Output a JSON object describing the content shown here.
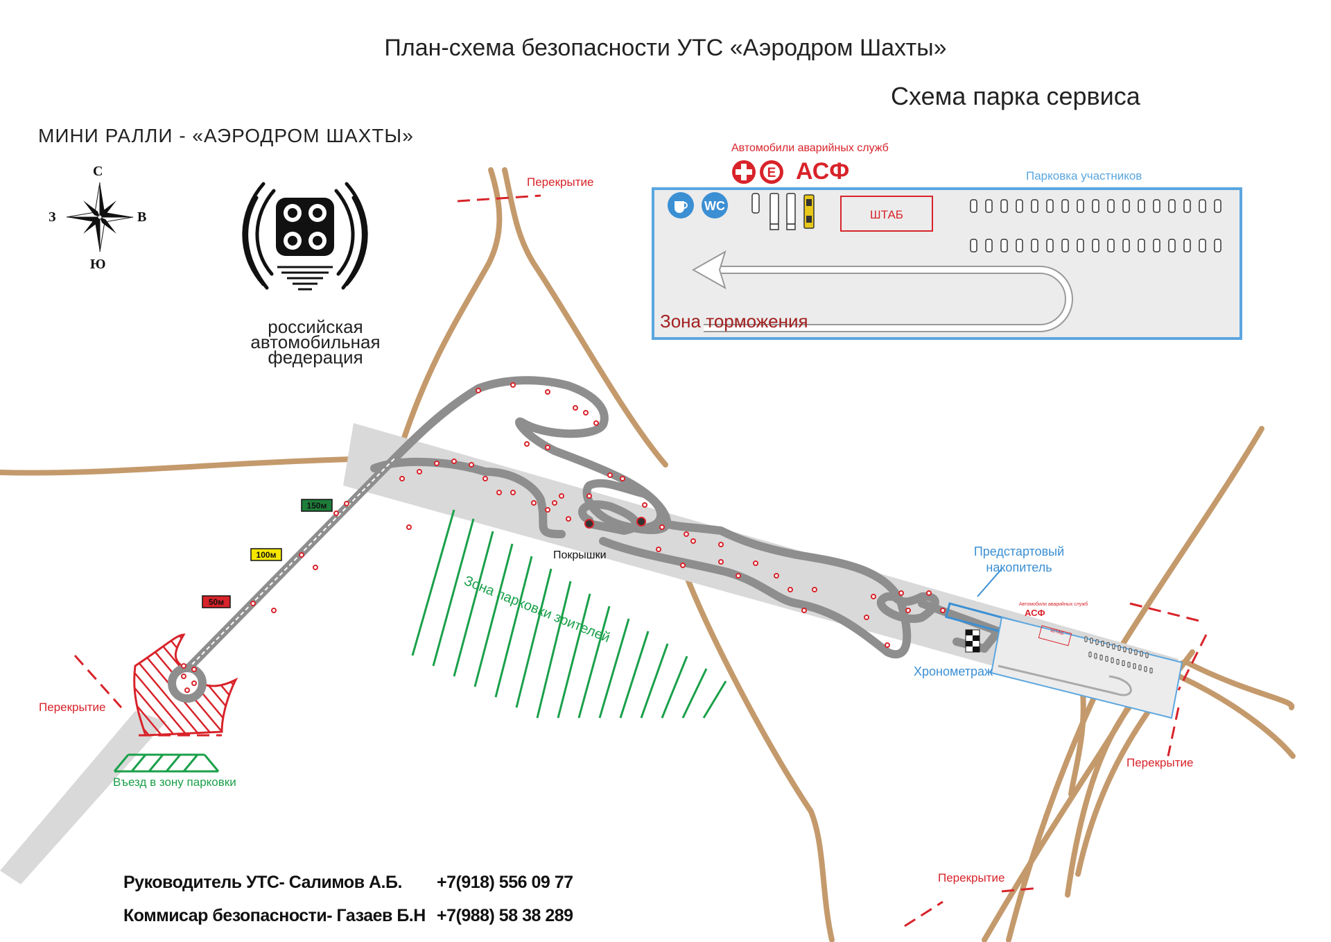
{
  "header": {
    "title": "План-схема безопасности УТС «Аэродром Шахты»",
    "service_park_title": "Схема парка сервиса",
    "event_title": "МИНИ РАЛЛИ - «АЭРОДРОМ ШАХТЫ»"
  },
  "compass": {
    "north": "С",
    "south": "Ю",
    "west": "З",
    "east": "В",
    "icon": "compass-rose-icon"
  },
  "logo": {
    "line1": "российская",
    "line2": "автомобильная",
    "line3": "федерация",
    "icon": "raf-winged-emblem-icon"
  },
  "service_park": {
    "emergency_label": "Автомобили аварийных служб",
    "asf_label": "АСФ",
    "participants_parking": "Парковка участников",
    "hq_label": "ШТАБ",
    "wc_label": "WC",
    "braking_zone": "Зона торможения",
    "icons": [
      "cafe-icon",
      "wc-icon",
      "medical-cross-icon",
      "evacuation-e-icon",
      "tow-truck-icon"
    ]
  },
  "map": {
    "closure_label": "Перекрытие",
    "markers": {
      "m150": "150м",
      "m100": "100м",
      "m50": "50м"
    },
    "tires_label": "Покрышки",
    "spectator_zone": "Зона парковки зрителей",
    "prestart_label_1": "Предстартовый",
    "prestart_label_2": "накопитель",
    "timing_label": "Хронометраж",
    "parking_entry": "Въезд в зону парковки",
    "mini_emergency": "Автомобили аварийных служб",
    "mini_asf": "АСФ",
    "mini_hq": "ШТАБ"
  },
  "contacts": [
    {
      "role": "Руководитель УТС- Салимов А.Б.",
      "phone": "+7(918) 556 09 77"
    },
    {
      "role": "Коммисар безопасности- Газаев Б.Н",
      "phone": "+7(988) 58 38 289"
    }
  ],
  "colors": {
    "road": "#c49a6c",
    "runway": "#d9d9d9",
    "track": "#8e8e8e",
    "danger": "#d8232a",
    "spectator": "#1aa04a",
    "service_border": "#5aa6e0",
    "marker150": "#1e7d3a",
    "marker100": "#f5e600",
    "marker50": "#d8232a"
  }
}
